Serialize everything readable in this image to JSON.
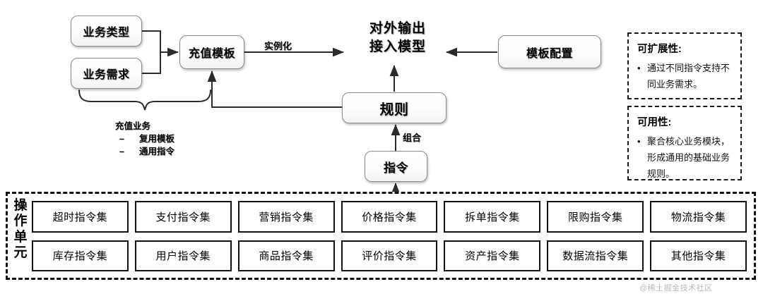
{
  "diagram": {
    "nodes": {
      "business_type": "业务类型",
      "business_demand": "业务需求",
      "recharge_template": "充值模板",
      "rule": "规则",
      "instruction": "指令",
      "template_config": "模板配置"
    },
    "headline": {
      "line1": "对外输出",
      "line2": "接入模型"
    },
    "edge_labels": {
      "instantiate": "实例化",
      "compose": "组合"
    },
    "brace_caption": {
      "title": "充值业务",
      "items": [
        "复用模板",
        "通用指令"
      ],
      "dash": "–"
    },
    "notes": [
      {
        "title": "可扩展性:",
        "bullet": "•",
        "text": "通过不同指令支持不同业务需求。"
      },
      {
        "title": "可用性:",
        "bullet": "•",
        "text": "聚合核心业务模块，形成通用的基础业务规则。"
      }
    ]
  },
  "operation_unit": {
    "label": "操作单元",
    "rows": [
      [
        "超时指令集",
        "支付指令集",
        "营销指令集",
        "价格指令集",
        "拆单指令集",
        "限购指令集",
        "物流指令集"
      ],
      [
        "库存指令集",
        "用户指令集",
        "商品指令集",
        "评价指令集",
        "资产指令集",
        "数据流指令集",
        "其他指令集"
      ]
    ]
  },
  "watermark": "@稀土掘金技术社区",
  "colors": {
    "line": "#2b2b2b",
    "node_border": "#8a8a8a",
    "panel_border": "#111111",
    "background": "#ffffff"
  }
}
